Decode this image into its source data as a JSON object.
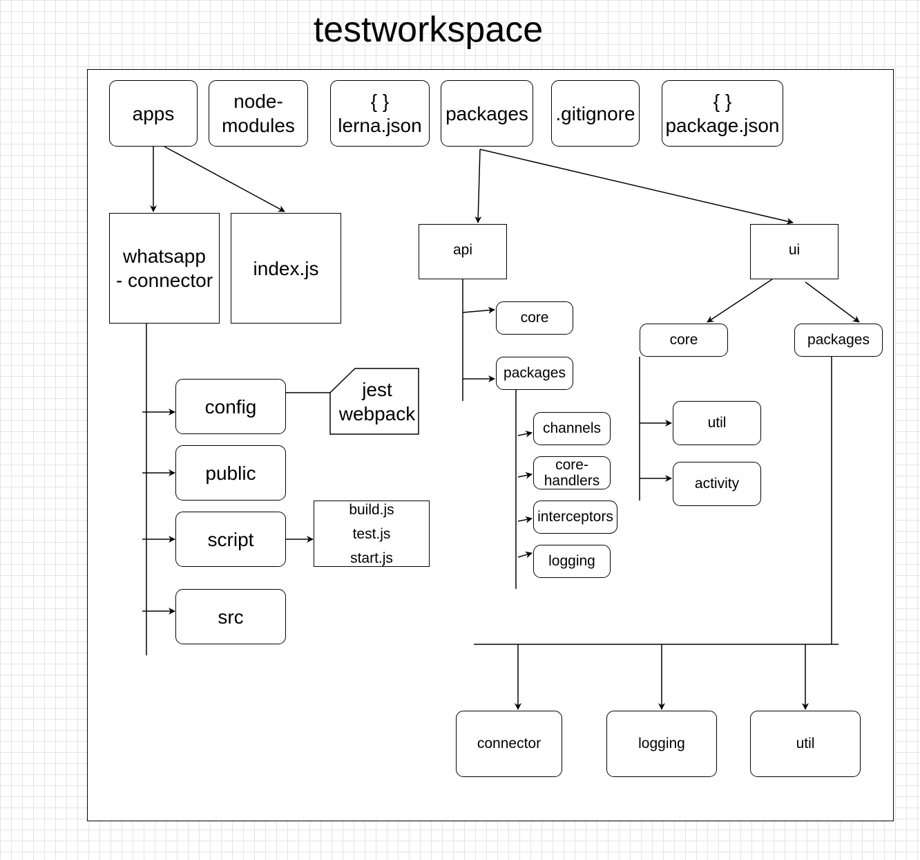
{
  "diagram": {
    "title": "testworkspace",
    "root_items": {
      "apps": "apps",
      "node_modules": "node-\nmodules",
      "lerna_json": "{ }\nlerna.json",
      "packages": "packages",
      "gitignore": ".gitignore",
      "package_json": "{ }\npackage.json"
    },
    "apps_children": {
      "whatsapp_connector": "whatsapp\n- connector",
      "index_js": "index.js"
    },
    "whatsapp_children": {
      "config": "config",
      "public": "public",
      "script": "script",
      "src": "src"
    },
    "config_files": "jest\nwebpack",
    "script_files": [
      "build.js",
      "test.js",
      "start.js"
    ],
    "packages_children": {
      "api": "api",
      "ui": "ui"
    },
    "api_children": {
      "core": "core",
      "packages": "packages"
    },
    "api_packages_children": {
      "channels": "channels",
      "core_handlers": "core-\nhandlers",
      "interceptors": "interceptors",
      "logging": "logging"
    },
    "ui_children": {
      "core": "core",
      "packages": "packages"
    },
    "ui_core_children": {
      "util": "util",
      "activity": "activity"
    },
    "ui_packages_children": {
      "connector": "connector",
      "logging": "logging",
      "util": "util"
    }
  }
}
